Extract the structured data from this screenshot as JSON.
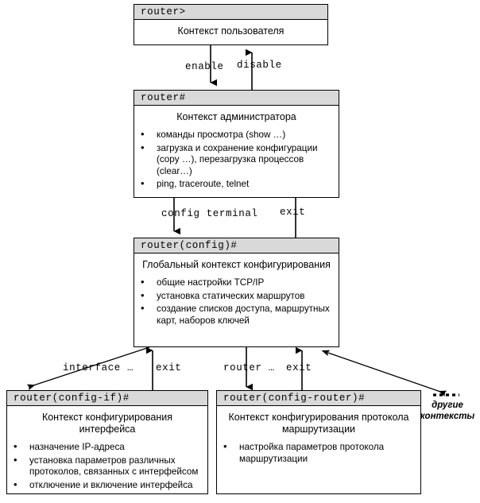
{
  "diagram": {
    "title": "Cisco IOS command contexts hierarchy",
    "boxes": [
      {
        "id": "user",
        "prompt": "router>",
        "title": "Контекст пользователя",
        "items": []
      },
      {
        "id": "admin",
        "prompt": "router#",
        "title": "Контекст администратора",
        "items": [
          "команды просмотра (show …)",
          "загрузка и сохранение конфигурации (copy …), перезагрузка процессов (clear…)",
          "ping, traceroute, telnet"
        ]
      },
      {
        "id": "global",
        "prompt": "router(config)#",
        "title": "Глобальный контекст конфигурирования",
        "items": [
          "общие настройки TCP/IP",
          "установка статических маршрутов",
          "создание списков доступа, маршрутных карт, наборов ключей"
        ]
      },
      {
        "id": "interface",
        "prompt": "router(config-if)#",
        "title": "Контекст конфигурирования интерфейса",
        "items": [
          "назначение IP-адреса",
          "установка параметров различных протоколов, связанных с интерфейсом",
          "отключение и включение интерфейса"
        ]
      },
      {
        "id": "routing",
        "prompt": "router(config-router)#",
        "title": "Контекст конфигурирования протокола маршрутизации",
        "items": [
          "настройка параметров протокола маршрутизации"
        ]
      }
    ],
    "transitions": [
      {
        "id": "enable",
        "label": "enable"
      },
      {
        "id": "disable",
        "label": "disable"
      },
      {
        "id": "config-terminal",
        "label": "config terminal"
      },
      {
        "id": "exit-to-admin",
        "label": "exit"
      },
      {
        "id": "interface-cmd",
        "label": "interface …"
      },
      {
        "id": "exit-from-if",
        "label": "exit"
      },
      {
        "id": "router-cmd",
        "label": "router …"
      },
      {
        "id": "exit-from-router",
        "label": "exit"
      }
    ],
    "other_contexts": {
      "line1": "другие",
      "line2": "контексты"
    },
    "colors": {
      "header_fill": "#d9d9d9",
      "stroke": "#000000",
      "background": "#ffffff"
    }
  }
}
